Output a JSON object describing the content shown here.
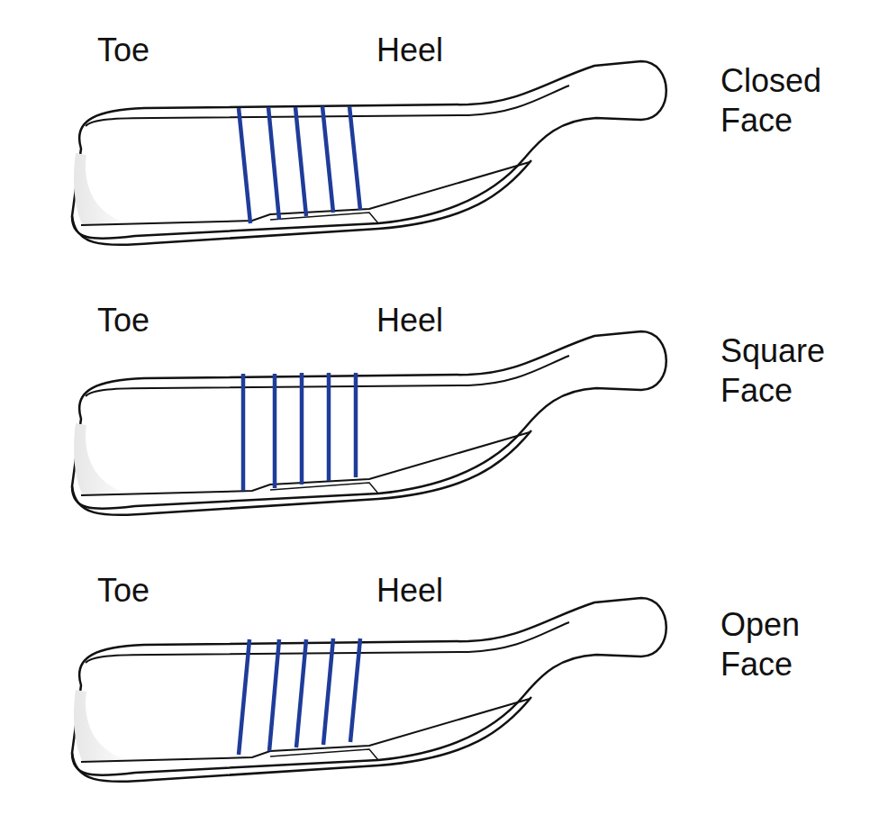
{
  "diagram": {
    "labels": [
      "Toe",
      "Heel",
      "Closed Face",
      "Toe",
      "Heel",
      "Square Face",
      "Toe",
      "Heel",
      "Open Face"
    ]
  }
}
